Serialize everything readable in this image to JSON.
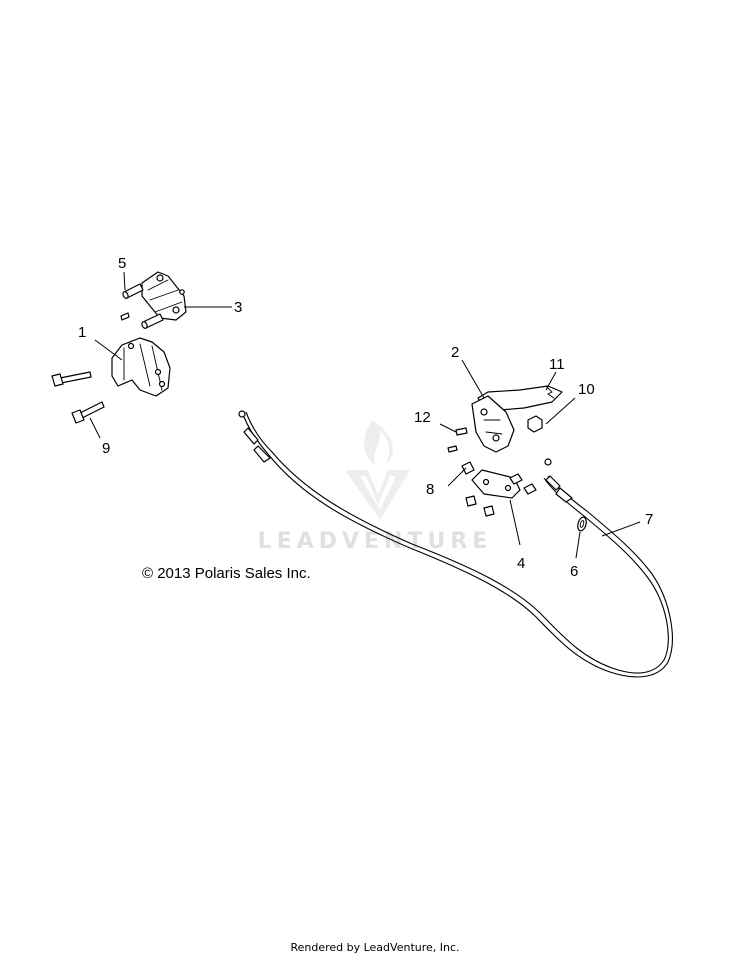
{
  "diagram": {
    "copyright": "© 2013 Polaris Sales Inc.",
    "footer": "Rendered by LeadVenture, Inc.",
    "watermark": "LEADVENTURE",
    "callouts": [
      "1",
      "2",
      "3",
      "4",
      "5",
      "6",
      "7",
      "8",
      "9",
      "10",
      "11",
      "12"
    ]
  }
}
